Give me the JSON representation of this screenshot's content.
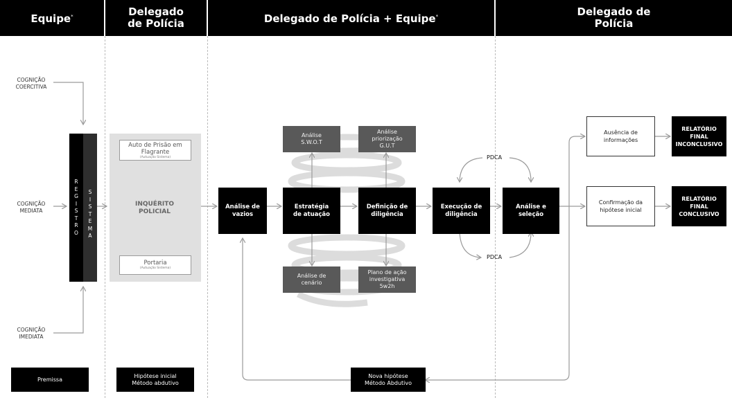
{
  "headers": {
    "equipe": "Equipe",
    "equipe_mark": "*",
    "delegado1": "Delegado de Polícia",
    "middle": "Delegado de Polícia + Equipe",
    "middle_mark": "*",
    "delegado2": "Delegado de Polícia"
  },
  "cognition": {
    "coercitiva": "COGNIÇÃO COERCITIVA",
    "mediata": "COGNIÇÃO MEDIATA",
    "imediata": "COGNIÇÃO IMEDIATA"
  },
  "registro_letters": [
    "R",
    "E",
    "G",
    "I",
    "S",
    "T",
    "R",
    "O"
  ],
  "sistema_letters": [
    "S",
    "I",
    "S",
    "T",
    "E",
    "M",
    "A"
  ],
  "inquerito": {
    "auto_title": "Auto de Prisão em Flagrante",
    "auto_sub": "(Autuação Sistema)",
    "center": "INQUÉRITO POLICIAL",
    "portaria_title": "Portaria",
    "portaria_sub": "(Autuação Sistema)"
  },
  "flow": {
    "analise_vazios": "Análise de vazios",
    "estrategia": "Estratégia de atuação",
    "definicao": "Definição de diligência",
    "execucao": "Execução de diligência",
    "analise_selecao": "Análise e seleção"
  },
  "tools": {
    "swot": "Análise S.W.O.T",
    "gut": "Análise priorização G.U.T",
    "cenario": "Análise de cenário",
    "plano": "Plano de ação investigativa 5w2h"
  },
  "pdca_top": "PDCA",
  "pdca_bottom": "PDCA",
  "outcomes": {
    "ausencia": "Ausência de informações",
    "confirmacao": "Confirmação da hipótese inicial",
    "inconclusivo": "RELATÓRIO FINAL INCONCLUSIVO",
    "conclusivo": "RELATÓRIO FINAL CONCLUSIVO"
  },
  "bottom": {
    "premissa": "Premissa",
    "hipotese": "Hipótese inicial Método abdutivo",
    "nova": "Nova hipótese Método Abdutivo"
  },
  "colors": {
    "black": "#000000",
    "dark_gray": "#595959",
    "panel_gray": "#e0e0e0",
    "arrow_gray": "#9a9a9a"
  }
}
